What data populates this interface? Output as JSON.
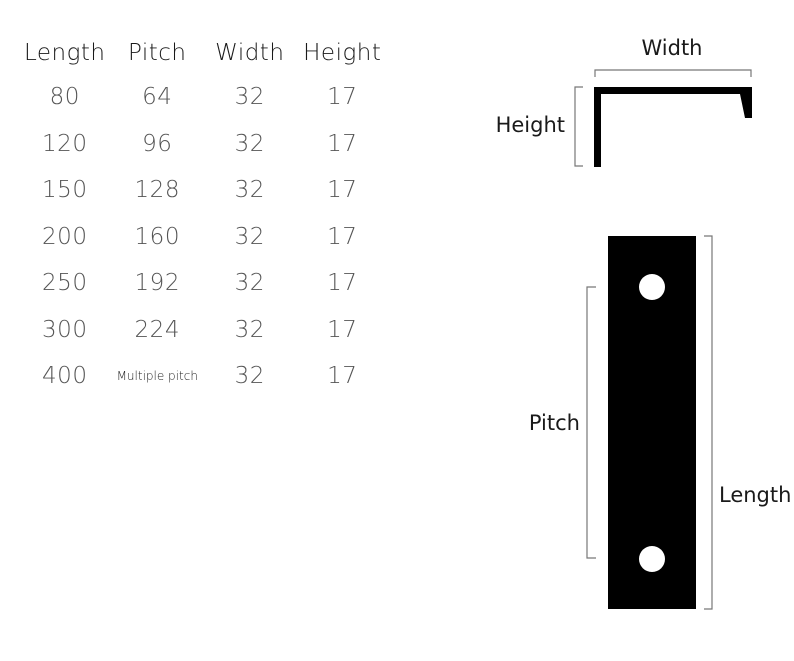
{
  "table": {
    "headers": [
      "Length",
      "Pitch",
      "Width",
      "Height"
    ],
    "rows": [
      [
        "80",
        "64",
        "32",
        "17"
      ],
      [
        "120",
        "96",
        "32",
        "17"
      ],
      [
        "150",
        "128",
        "32",
        "17"
      ],
      [
        "200",
        "160",
        "32",
        "17"
      ],
      [
        "250",
        "192",
        "32",
        "17"
      ],
      [
        "300",
        "224",
        "32",
        "17"
      ],
      [
        "400",
        "Multiple pitch",
        "32",
        "17"
      ]
    ]
  },
  "diagram": {
    "profile_width_label": "Width",
    "profile_height_label": "Height",
    "plate_pitch_label": "Pitch",
    "plate_length_label": "Length"
  },
  "colors": {
    "part_fill": "#000000",
    "hole_fill": "#ffffff",
    "bracket_stroke": "#777777"
  }
}
